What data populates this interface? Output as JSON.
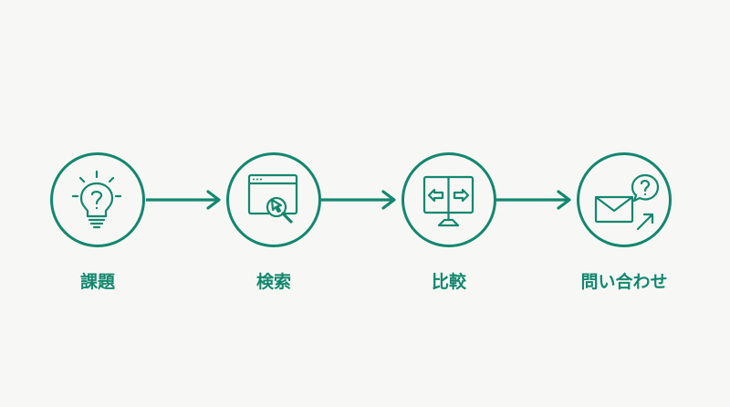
{
  "accent_color": "#13876f",
  "background_color": "#f7f8f5",
  "steps": [
    {
      "icon": "lightbulb-question-icon",
      "label": "課題"
    },
    {
      "icon": "browser-search-icon",
      "label": "検索"
    },
    {
      "icon": "monitor-compare-icon",
      "label": "比較"
    },
    {
      "icon": "mail-inquiry-icon",
      "label": "問い合わせ"
    }
  ]
}
